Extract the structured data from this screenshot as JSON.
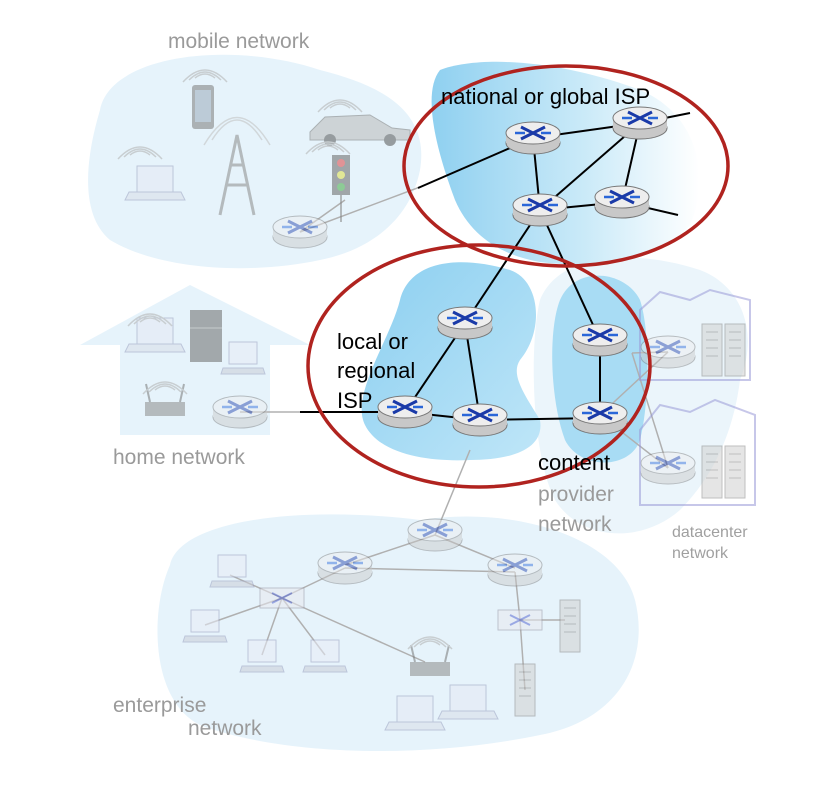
{
  "labels": {
    "mobile_network": "mobile network",
    "national_isp": "national or global ISP",
    "local_isp_line1": "local or",
    "local_isp_line2": "regional",
    "local_isp_line3": "ISP",
    "home_network": "home network",
    "content_line1": "content",
    "content_line2": "provider",
    "content_line3": "network",
    "datacenter_line1": "datacenter",
    "datacenter_line2": "network",
    "enterprise_line1": "enterprise",
    "enterprise_line2": "network"
  },
  "colors": {
    "isp_highlight_ring": "#b0231f",
    "isp_fill": "#a8dcf4",
    "faded_cloud": "#e6f3fb",
    "link_dark": "#000000",
    "link_faded": "#a8a8a8",
    "router_blue": "#1a3aa8"
  }
}
